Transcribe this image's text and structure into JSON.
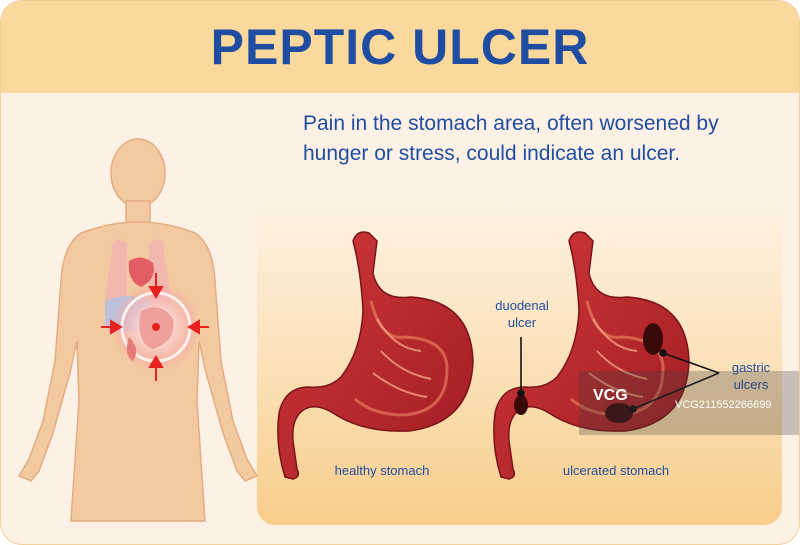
{
  "title": "PEPTIC ULCER",
  "description": "Pain in the stomach area, often worsened by hunger or stress, could indicate an ulcer.",
  "labels": {
    "duodenal_ulcer": "duodenal\nulcer",
    "gastric_ulcers": "gastric\nulcers",
    "healthy_stomach": "healthy stomach",
    "ulcerated_stomach": "ulcerated stomach"
  },
  "watermark": {
    "logo": "VCG",
    "id": "VCG211552266699"
  },
  "colors": {
    "header_bg": "#fbd89c",
    "title_text": "#1f4da1",
    "body_skin": "#f2c9a1",
    "stomach_red": "#c0262b",
    "pain_arrow": "#e8231f"
  }
}
